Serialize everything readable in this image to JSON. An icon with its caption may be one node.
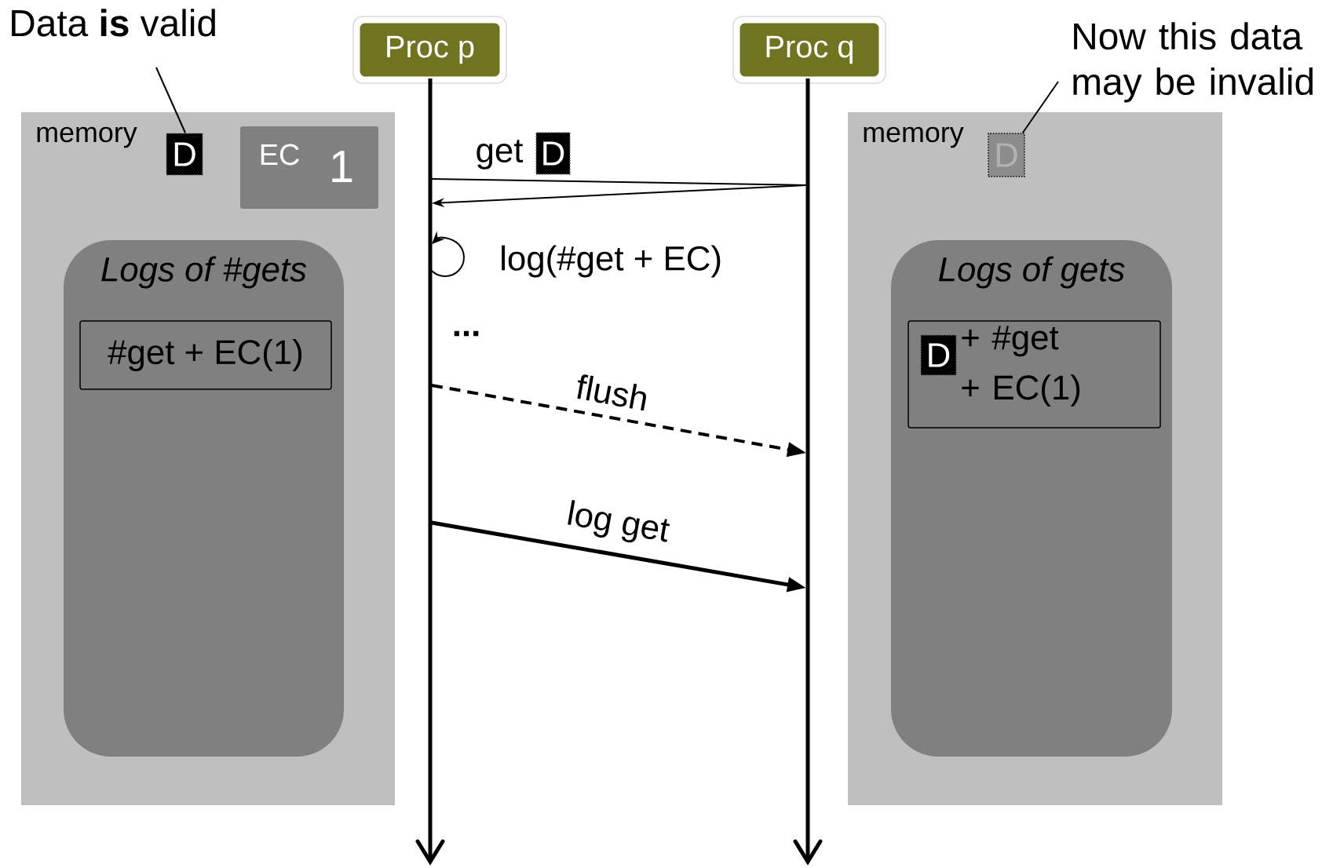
{
  "diagram": {
    "nodes": [
      {
        "text": [
          "Proc p"
        ]
      },
      {
        "text": [
          "Proc q"
        ]
      },
      {
        "text": [
          "memory"
        ]
      },
      {
        "text": [
          "D"
        ],
        "in": 2
      },
      {
        "text": [
          "EC",
          "1"
        ],
        "in": 2
      },
      {
        "text": [
          "Logs of #gets"
        ],
        "in": 2
      },
      {
        "text": [
          "#get + EC(1)"
        ],
        "in": 5
      },
      {
        "text": [
          "memory"
        ]
      },
      {
        "text": [
          "D"
        ],
        "in": 7
      },
      {
        "text": [
          "Logs of gets"
        ],
        "in": 7
      },
      {
        "text": [
          "+ #get + EC(1)"
        ],
        "in": 9
      },
      {
        "text": [
          "D"
        ],
        "in": 10
      },
      {
        "text": [
          "Data **is** valid"
        ]
      },
      {
        "text": [
          "Now this data may be invalid"
        ]
      },
      {
        "text": [
          "D"
        ]
      },
      {
        "text": [],
        "shape": "bar"
      },
      {
        "text": [],
        "shape": "bar"
      }
    ],
    "edges": [
      {
        "from": 15,
        "to": 16,
        "arrow": "none",
        "label": "get"
      },
      {
        "from": 16,
        "to": 15,
        "arrow": "to"
      },
      {
        "from": 15,
        "to": 15,
        "arrow": "to",
        "label": "log(#get + EC)"
      },
      {
        "from": 15,
        "to": 16,
        "arrow": "to",
        "style": "dashed",
        "label": "flush"
      },
      {
        "from": 15,
        "to": 16,
        "arrow": "to",
        "style": "thick",
        "label": "log get"
      },
      {
        "from": 12,
        "to": 3,
        "arrow": "none"
      },
      {
        "from": 13,
        "to": 8,
        "arrow": "none"
      }
    ],
    "labels": [
      "..."
    ]
  }
}
